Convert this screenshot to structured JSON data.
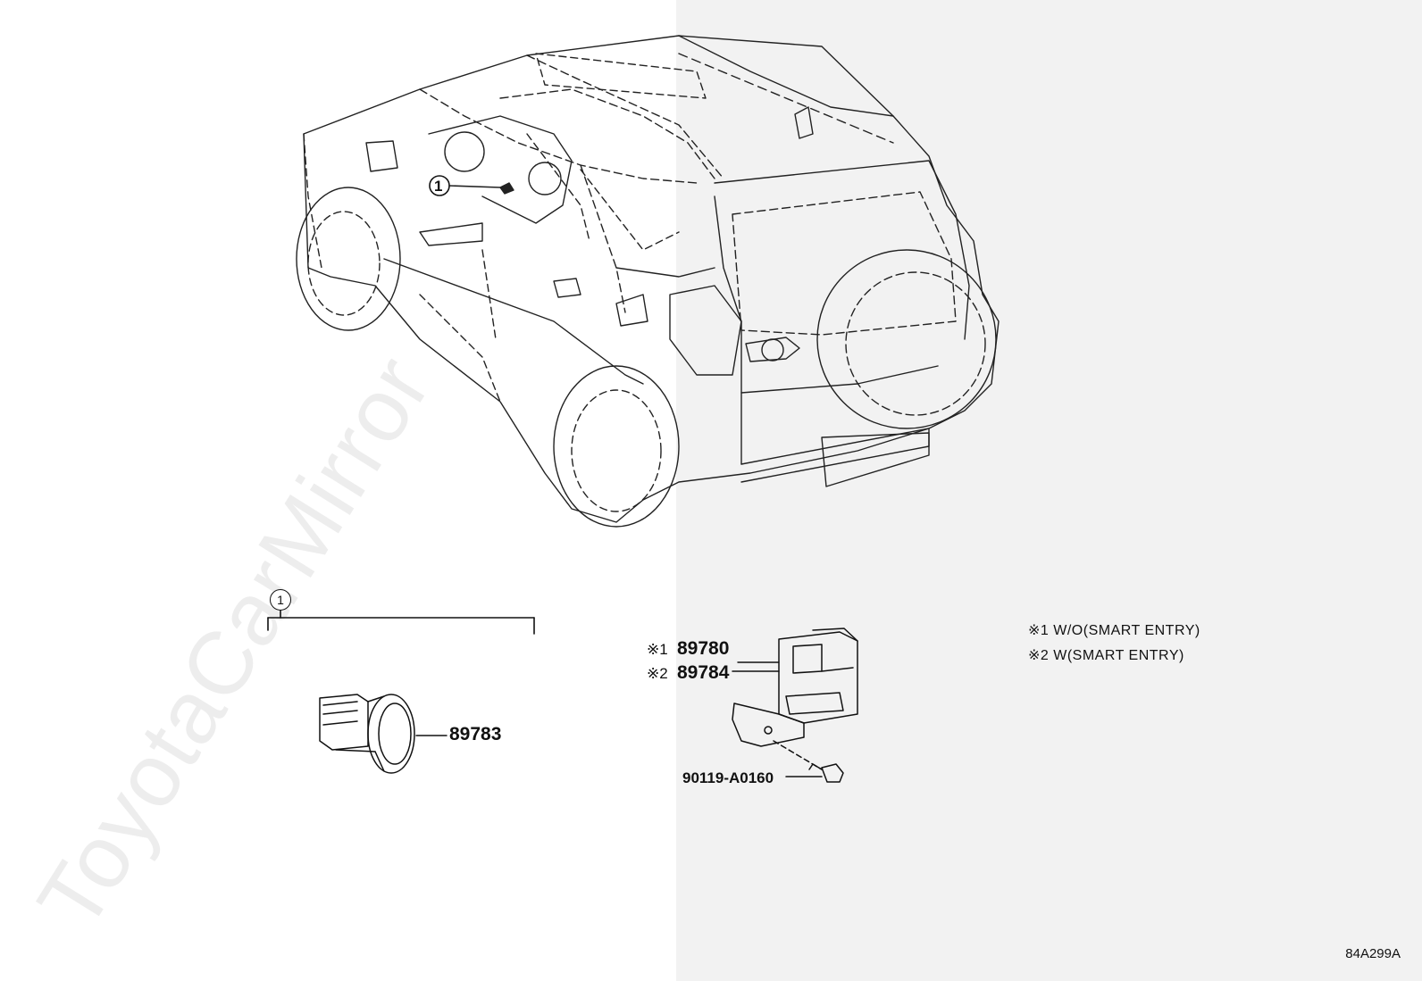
{
  "watermark": "ToyotaCarMirror",
  "callouts": {
    "one": "1"
  },
  "parts": {
    "switch": "89783",
    "module_a_mark": "※1",
    "module_a": "89780",
    "module_b_mark": "※2",
    "module_b": "89784",
    "bolt": "90119-A0160"
  },
  "notes": [
    "※1 W/O(SMART ENTRY)",
    "※2 W(SMART ENTRY)"
  ],
  "diagram_code": "84A299A"
}
